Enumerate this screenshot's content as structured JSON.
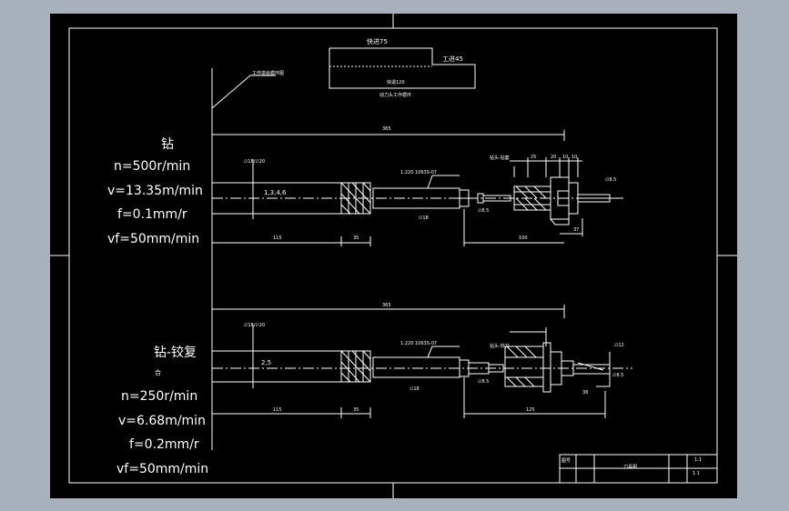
{
  "cycle": {
    "fast_advance": "快进75",
    "work_advance": "工进45",
    "fast_return": "快退120",
    "caption": "动力头工作循环",
    "leader_note": "工作进给循环图"
  },
  "section1": {
    "op": "钻",
    "params": [
      "n=500r/min",
      "v=13.35m/min",
      "f=0.1mm/r",
      "vf=50mm/min"
    ],
    "dims": {
      "top": "365",
      "vert": "∅18/∅20",
      "spindle": "1,3,4,6",
      "left": "115",
      "collar": "35",
      "bar": "1:220 1063S-07",
      "d1": "∅18",
      "d2": "∅8.5",
      "right": "100",
      "r1": "25",
      "r2": "20",
      "r3": "10",
      "r4": "10",
      "r5": "37",
      "end": "∅8.5",
      "tool_note": "钻头·钻套"
    }
  },
  "section2": {
    "op": "钻-铰复",
    "op2": "合",
    "params": [
      "n=250r/min",
      "v=6.68m/min",
      "f=0.2mm/r",
      "vf=50mm/min"
    ],
    "dims": {
      "top": "365",
      "vert": "∅18/∅20",
      "spindle": "2,5",
      "left": "115",
      "collar": "35",
      "bar": "1:220 1063S-07",
      "d1": "∅18",
      "d2": "∅8.5",
      "right": "125",
      "r1": "38",
      "end": "∅12",
      "end2": "∅8.5",
      "tool_note": "钻头·铰刀"
    }
  },
  "titleblock": {
    "label": "图号",
    "name": "刀具图",
    "scale": "1:1",
    "sheet": "1  1"
  }
}
